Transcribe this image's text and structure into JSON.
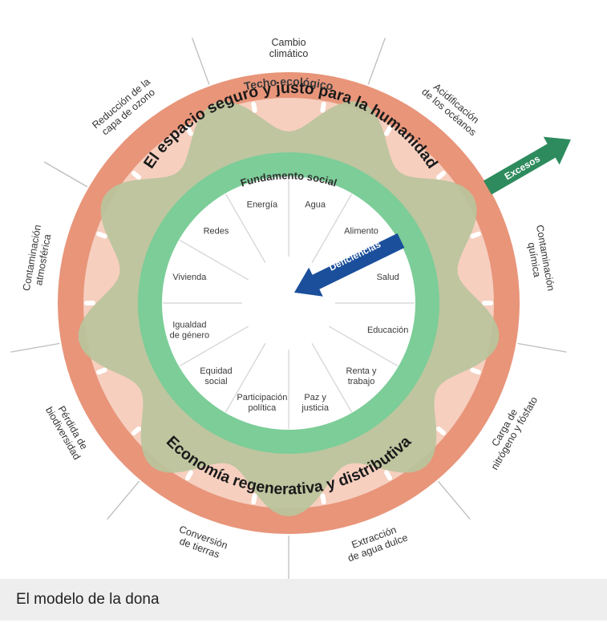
{
  "diagram": {
    "ceiling_label": "Techo ecológico",
    "foundation_label": "Fundamento social",
    "safe_space_label": "El espacio seguro y justo para la humanidad",
    "economy_label": "Economía regenerativa y distributiva",
    "excess_label": "Excesos",
    "deficit_label": "Deficiencias",
    "outer_labels": [
      {
        "lines": [
          "Cambio",
          "climático"
        ]
      },
      {
        "lines": [
          "Acidificación",
          "de los océanos"
        ]
      },
      {
        "lines": [
          "Contaminación",
          "química"
        ]
      },
      {
        "lines": [
          "Carga de",
          "nitrógeno y fósfato"
        ]
      },
      {
        "lines": [
          "Extracción",
          "de agua dulce"
        ]
      },
      {
        "lines": [
          "Conversión",
          "de tierras"
        ]
      },
      {
        "lines": [
          "Pérdida de",
          "biodiversidad"
        ]
      },
      {
        "lines": [
          "Contaminación",
          "atmosférica"
        ]
      },
      {
        "lines": [
          "Reducción de la",
          "capa de ozono"
        ]
      }
    ],
    "inner_labels": [
      {
        "lines": [
          "Agua"
        ]
      },
      {
        "lines": [
          "Alimento"
        ]
      },
      {
        "lines": [
          "Salud"
        ]
      },
      {
        "lines": [
          "Educación"
        ]
      },
      {
        "lines": [
          "Renta y",
          "trabajo"
        ]
      },
      {
        "lines": [
          "Paz y",
          "justicia"
        ]
      },
      {
        "lines": [
          "Participación",
          "política"
        ]
      },
      {
        "lines": [
          "Equidad",
          "social"
        ]
      },
      {
        "lines": [
          "Igualdad",
          "de género"
        ]
      },
      {
        "lines": [
          "Vivienda"
        ]
      },
      {
        "lines": [
          "Redes"
        ]
      },
      {
        "lines": [
          "Energía"
        ]
      }
    ],
    "colors": {
      "ceiling": "#e8957a",
      "ceiling_light": "#f6cfbf",
      "safe_space": "#b9c49c",
      "foundation": "#7ccd98",
      "excess_arrow": "#2e8b5d",
      "deficit_arrow": "#1b4f9c"
    }
  },
  "caption": "El modelo de la dona"
}
